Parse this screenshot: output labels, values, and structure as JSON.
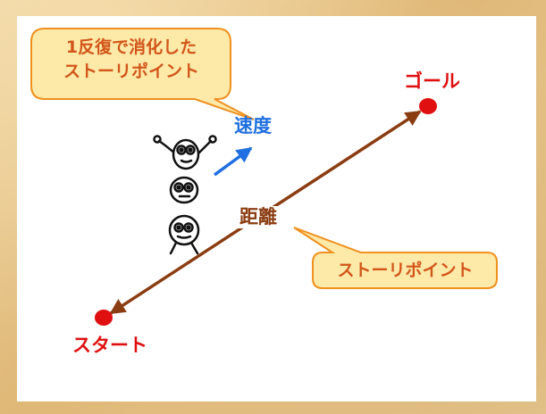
{
  "callouts": {
    "top": {
      "lines": [
        "1反復で消化した",
        "ストーリポイント"
      ]
    },
    "bottom": {
      "text": "ストーリポイント"
    }
  },
  "labels": {
    "goal": "ゴール",
    "start": "スタート",
    "speed": "速度",
    "distance": "距離"
  },
  "colors": {
    "start_goal_red": "#e01010",
    "speed_blue": "#1f6fe0",
    "distance_brown": "#8b3d12",
    "callout_fill": "#fde9a8",
    "callout_border": "#f0901e",
    "callout_text": "#d2561a"
  },
  "figure": {
    "description_icon": "stacked-robots-icon"
  }
}
